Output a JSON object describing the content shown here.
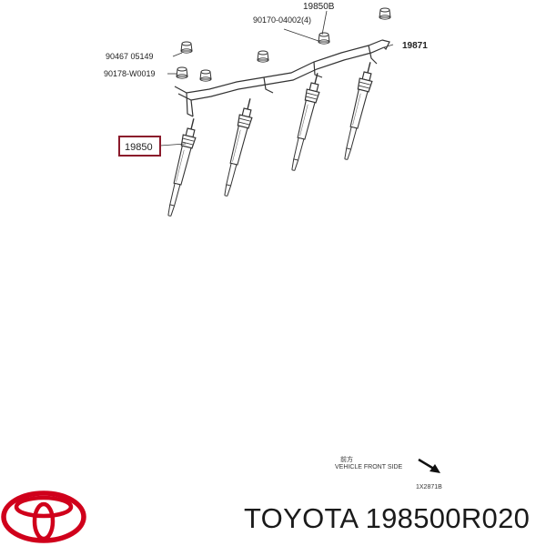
{
  "diagram": {
    "labels": {
      "part_19850b": "19850B",
      "part_90170": "90170-04002(4)",
      "part_19871": "19871",
      "part_90467": "90467 05149",
      "part_90178": "90178-W0019",
      "part_19850_highlight": "19850"
    },
    "direction": {
      "kanji": "前方",
      "text": "VEHICLE FRONT SIDE",
      "code": "1X2871B"
    },
    "highlight_color": "#8b1a2b",
    "line_color": "#333333"
  },
  "brand": {
    "logo": "toyota-logo",
    "logo_color": "#d0001b",
    "caption": "TOYOTA 198500R020"
  }
}
